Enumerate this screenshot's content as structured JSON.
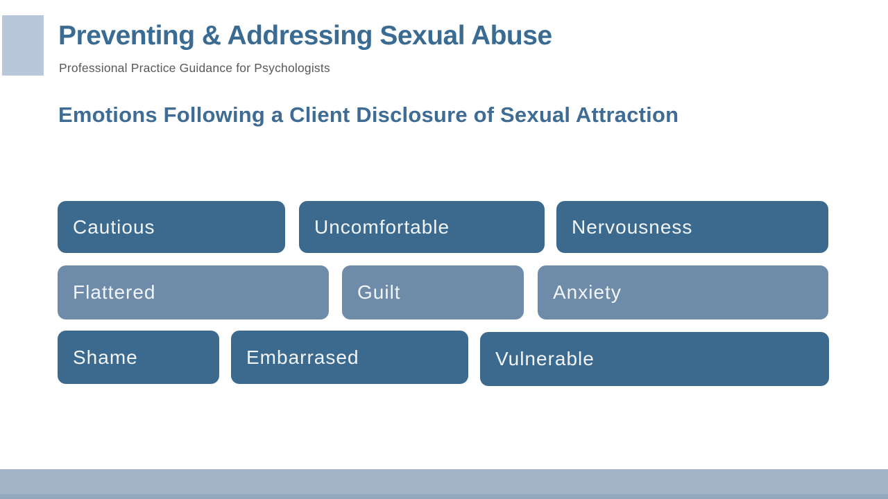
{
  "header": {
    "title": "Preventing & Addressing Sexual Abuse",
    "subtitle": "Professional Practice Guidance for Psychologists"
  },
  "section": {
    "heading": "Emotions Following a Client Disclosure of Sexual Attraction"
  },
  "emotions": {
    "rows": [
      {
        "style": "dark",
        "items": [
          {
            "label": "Cautious"
          },
          {
            "label": "Uncomfortable"
          },
          {
            "label": "Nervousness"
          }
        ]
      },
      {
        "style": "light",
        "items": [
          {
            "label": "Flattered"
          },
          {
            "label": "Guilt"
          },
          {
            "label": "Anxiety"
          }
        ]
      },
      {
        "style": "dark",
        "items": [
          {
            "label": "Shame"
          },
          {
            "label": "Embarrased"
          },
          {
            "label": "Vulnerable"
          }
        ]
      }
    ]
  },
  "colors": {
    "title_blue": "#3A6B93",
    "heading_blue": "#3E6C94",
    "subtitle_gray": "#58595B",
    "box_dark": "#3C6A8E",
    "box_light": "#6E8CA9",
    "box_text": "#F2F5F8",
    "accent_square": "#B8C7DA",
    "footer_bar": "#A1B4C6",
    "footer_bar_edge": "#93A8BD"
  }
}
